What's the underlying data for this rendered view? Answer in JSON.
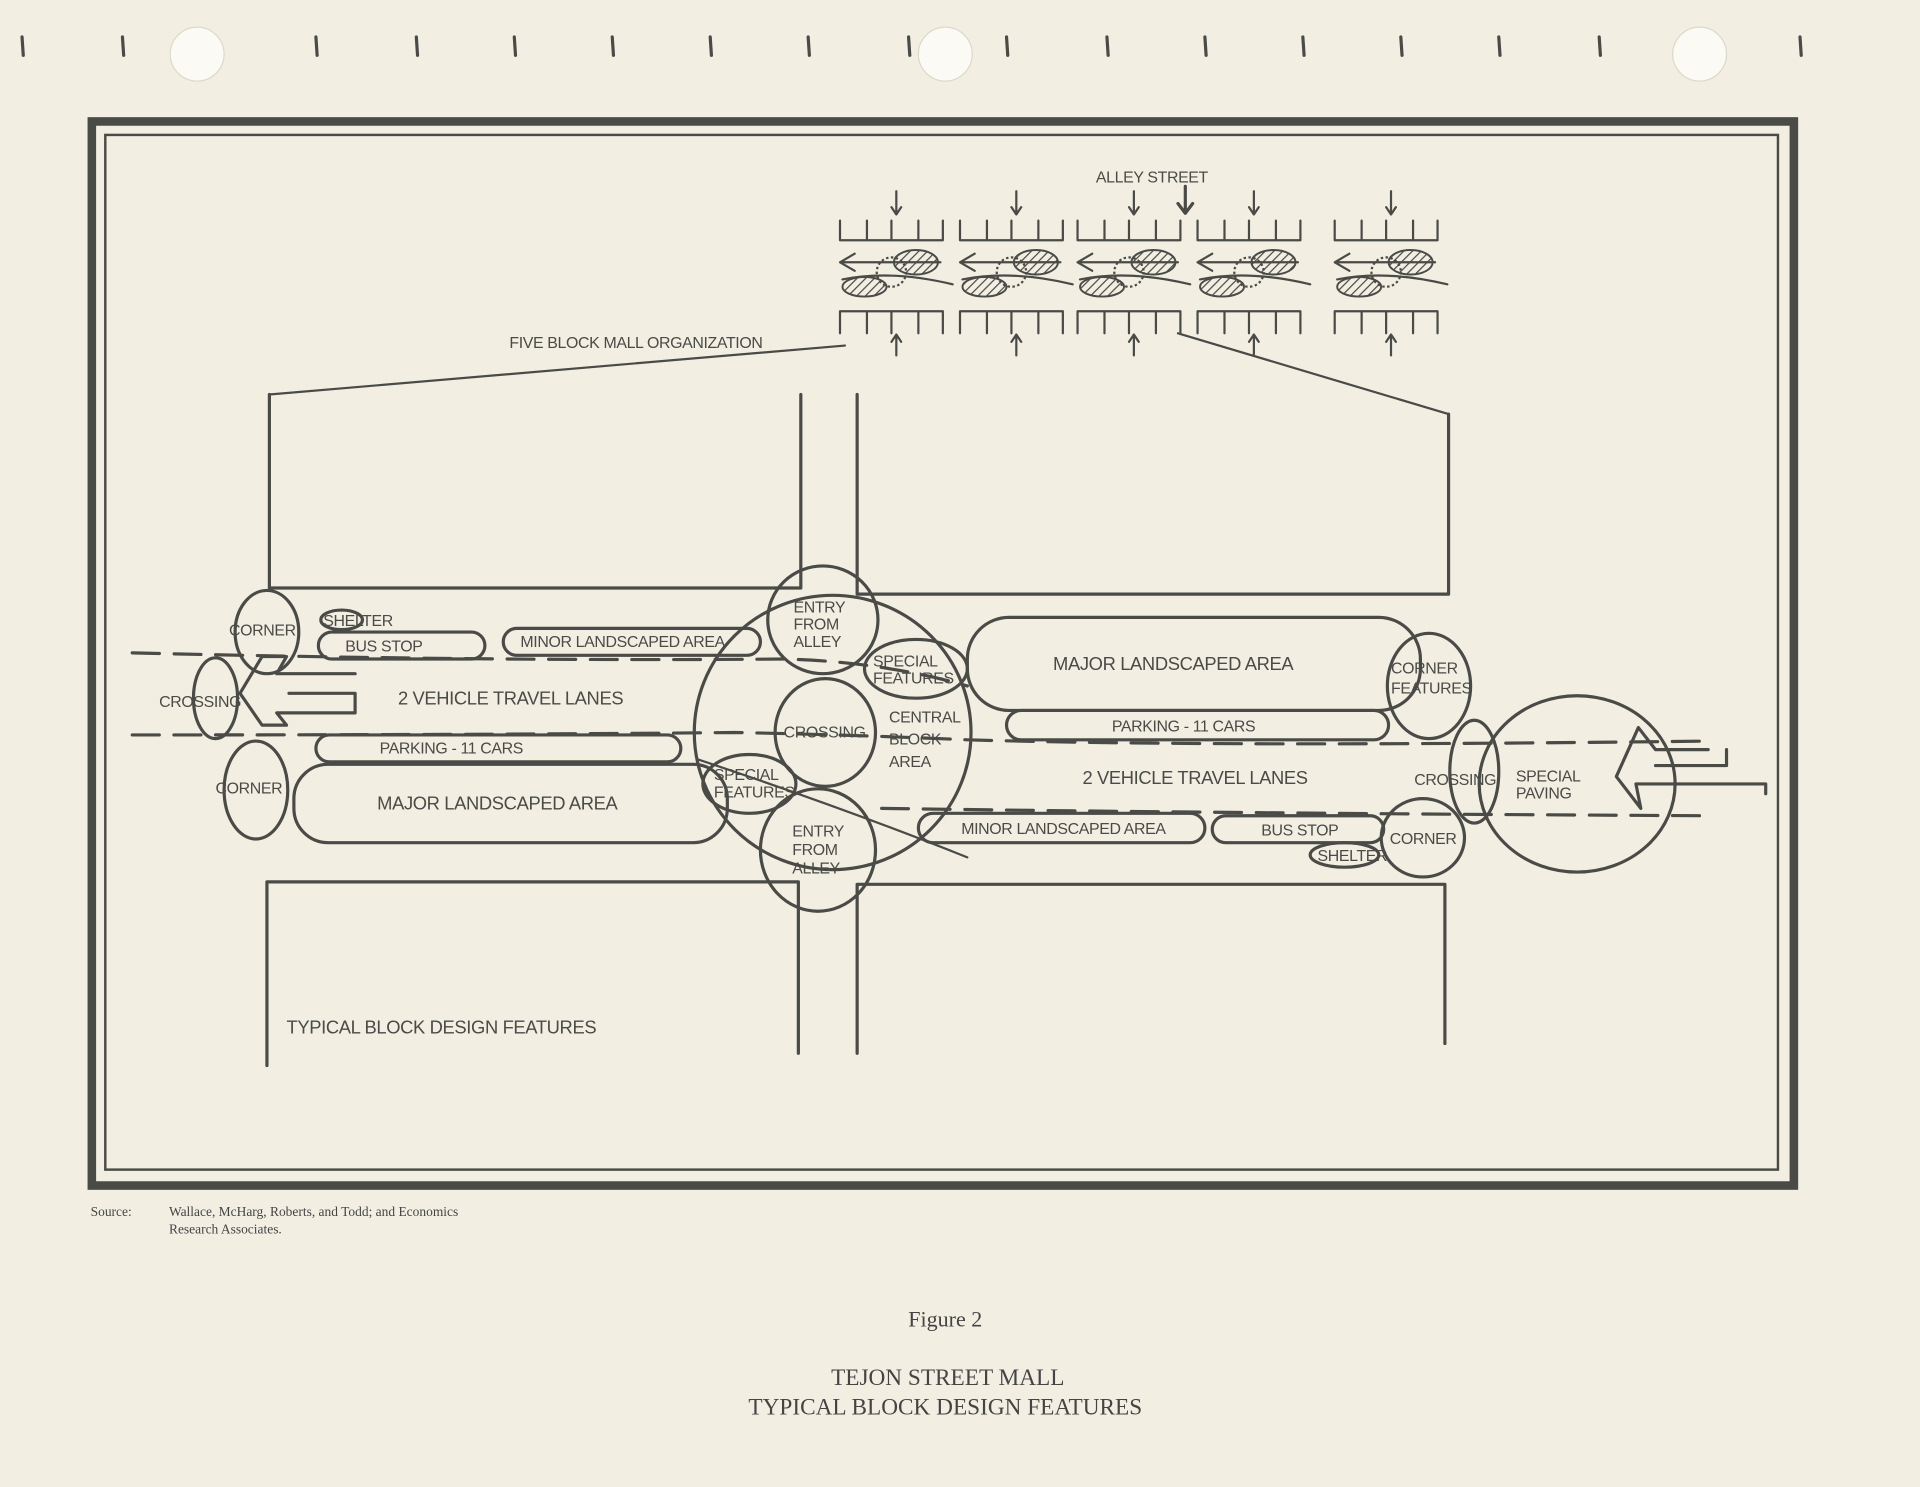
{
  "top": {
    "alley_street": "ALLEY STREET",
    "five_block": "FIVE BLOCK MALL ORGANIZATION"
  },
  "labels": {
    "corner_tl": "CORNER",
    "shelter_l": "SHELTER",
    "bus_stop_l": "BUS STOP",
    "minor_l": "MINOR LANDSCAPED AREA",
    "crossing_l": "CROSSING",
    "lanes_l": "2 VEHICLE TRAVEL LANES",
    "parking_l": "PARKING - 11 CARS",
    "corner_bl": "CORNER",
    "major_l": "MAJOR LANDSCAPED AREA",
    "entry_top_1": "ENTRY",
    "entry_top_2": "FROM",
    "entry_top_3": "ALLEY",
    "special_top_1": "SPECIAL",
    "special_top_2": "FEATURES",
    "crossing_c": "CROSSING",
    "central_1": "CENTRAL",
    "central_2": "BLOCK",
    "central_3": "AREA",
    "special_bot_1": "SPECIAL",
    "special_bot_2": "FEATURES",
    "entry_bot_1": "ENTRY",
    "entry_bot_2": "FROM",
    "entry_bot_3": "ALLEY",
    "major_r": "MAJOR LANDSCAPED AREA",
    "corner_features_1": "CORNER",
    "corner_features_2": "FEATURES",
    "parking_r": "PARKING - 11 CARS",
    "lanes_r": "2 VEHICLE TRAVEL LANES",
    "crossing_r": "CROSSING",
    "special_paving_1": "SPECIAL",
    "special_paving_2": "PAVING",
    "minor_r": "MINOR LANDSCAPED AREA",
    "bus_stop_r": "BUS STOP",
    "shelter_r": "SHELTER",
    "corner_br": "CORNER",
    "typical": "TYPICAL BLOCK DESIGN FEATURES"
  },
  "caption": {
    "source_label": "Source:",
    "source_line1": "Wallace, McHarg, Roberts, and Todd; and Economics",
    "source_line2": "Research Associates.",
    "figure": "Figure 2",
    "title1": "TEJON STREET MALL",
    "title2": "TYPICAL BLOCK DESIGN FEATURES"
  },
  "colors": {
    "paper": "#f2efe2",
    "ink": "#4a4a47"
  }
}
